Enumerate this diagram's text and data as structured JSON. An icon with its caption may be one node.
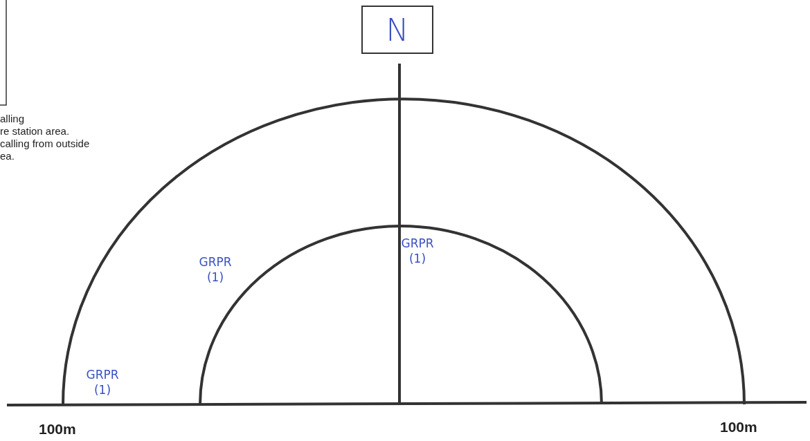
{
  "diagram": {
    "nodes": [
      {
        "text": [
          "N"
        ]
      }
    ],
    "labels": [
      "alling",
      "re station area.",
      "calling from outside",
      "ea.",
      "GRPR (1)",
      "GRPR (1)",
      "GRPR (1)",
      "100m",
      "100m"
    ]
  }
}
